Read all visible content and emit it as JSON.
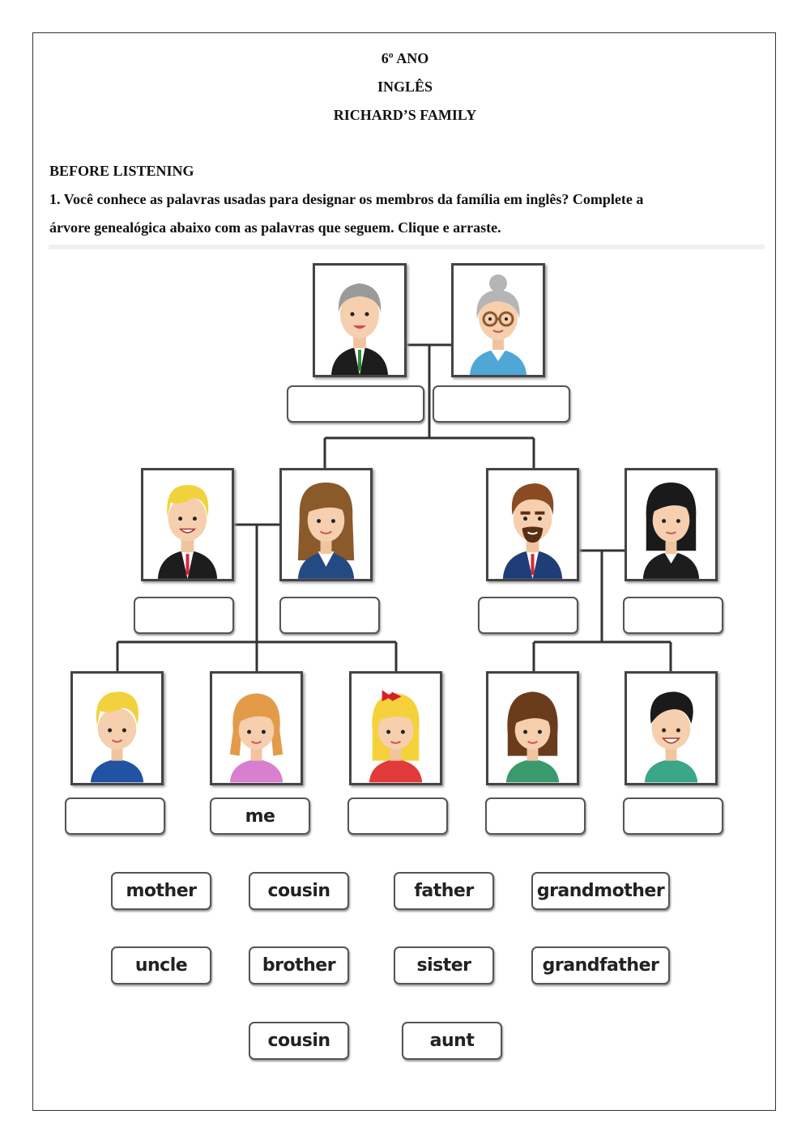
{
  "header": {
    "grade": "6º ANO",
    "subject": "INGLÊS",
    "title": "RICHARD’S FAMILY"
  },
  "section": "BEFORE LISTENING",
  "question": {
    "line1": "1. Você conhece as palavras usadas para designar os membros da família em inglês? Complete a",
    "line2": "árvore genealógica abaixo com as palavras que seguem. Clique e arraste."
  },
  "answer_slots": [
    "",
    "",
    "",
    "",
    "",
    "",
    "",
    "me",
    "",
    "",
    ""
  ],
  "word_bank": [
    "mother",
    "cousin",
    "father",
    "grandmother",
    "uncle",
    "brother",
    "sister",
    "grandfather",
    "cousin",
    "aunt"
  ],
  "colors": {
    "border": "#444444",
    "line": "#333333"
  }
}
